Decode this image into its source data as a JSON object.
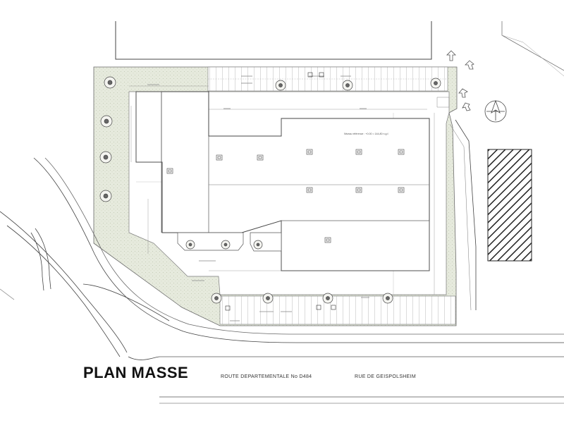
{
  "title": "PLAN MASSE",
  "roads": {
    "departmental": "ROUTE DEPARTEMENTALE No D484",
    "street": "RUE DE GEISPOLSHEIM"
  },
  "labels": {
    "level_reference": "Niveau référence : +0.00 = 144,80 n.g.f."
  },
  "colors": {
    "green_area": "#e5e9dc",
    "line": "#555555",
    "hatch": "#333333"
  },
  "icons": {
    "tree": "tree-icon",
    "skylight": "skylight-icon",
    "disabled_parking": "disabled-parking-icon",
    "compass": "north-arrow-icon"
  }
}
